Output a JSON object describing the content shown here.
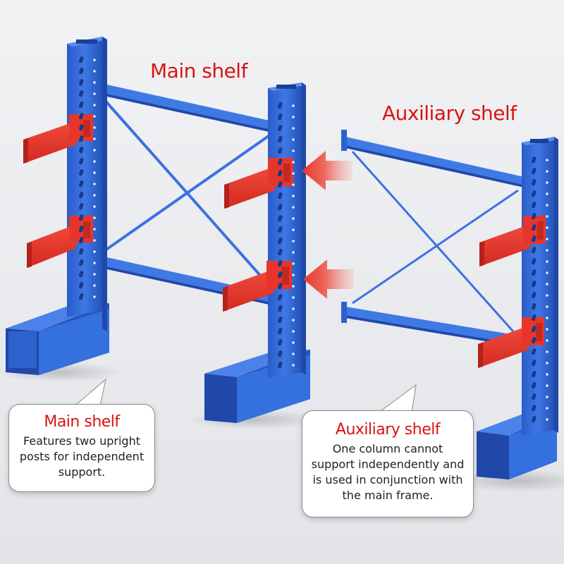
{
  "labels": {
    "main_heading": "Main shelf",
    "aux_heading": "Auxiliary shelf"
  },
  "callouts": {
    "main": {
      "title": "Main shelf",
      "body_lines": [
        "Features two upright",
        "posts for independent",
        "support."
      ]
    },
    "auxiliary": {
      "title": "Auxiliary shelf",
      "body_lines": [
        "One column cannot",
        "support independently and",
        "is used in conjunction with",
        "the main frame."
      ]
    }
  },
  "colors": {
    "rack_blue": "#2f66d6",
    "rack_blue_dark": "#1f48a8",
    "rack_blue_light": "#4f86ee",
    "arm_red": "#e8352b",
    "arm_red_dark": "#b3221b",
    "label_red": "#d81414",
    "arrow_red": "#e8473a"
  }
}
